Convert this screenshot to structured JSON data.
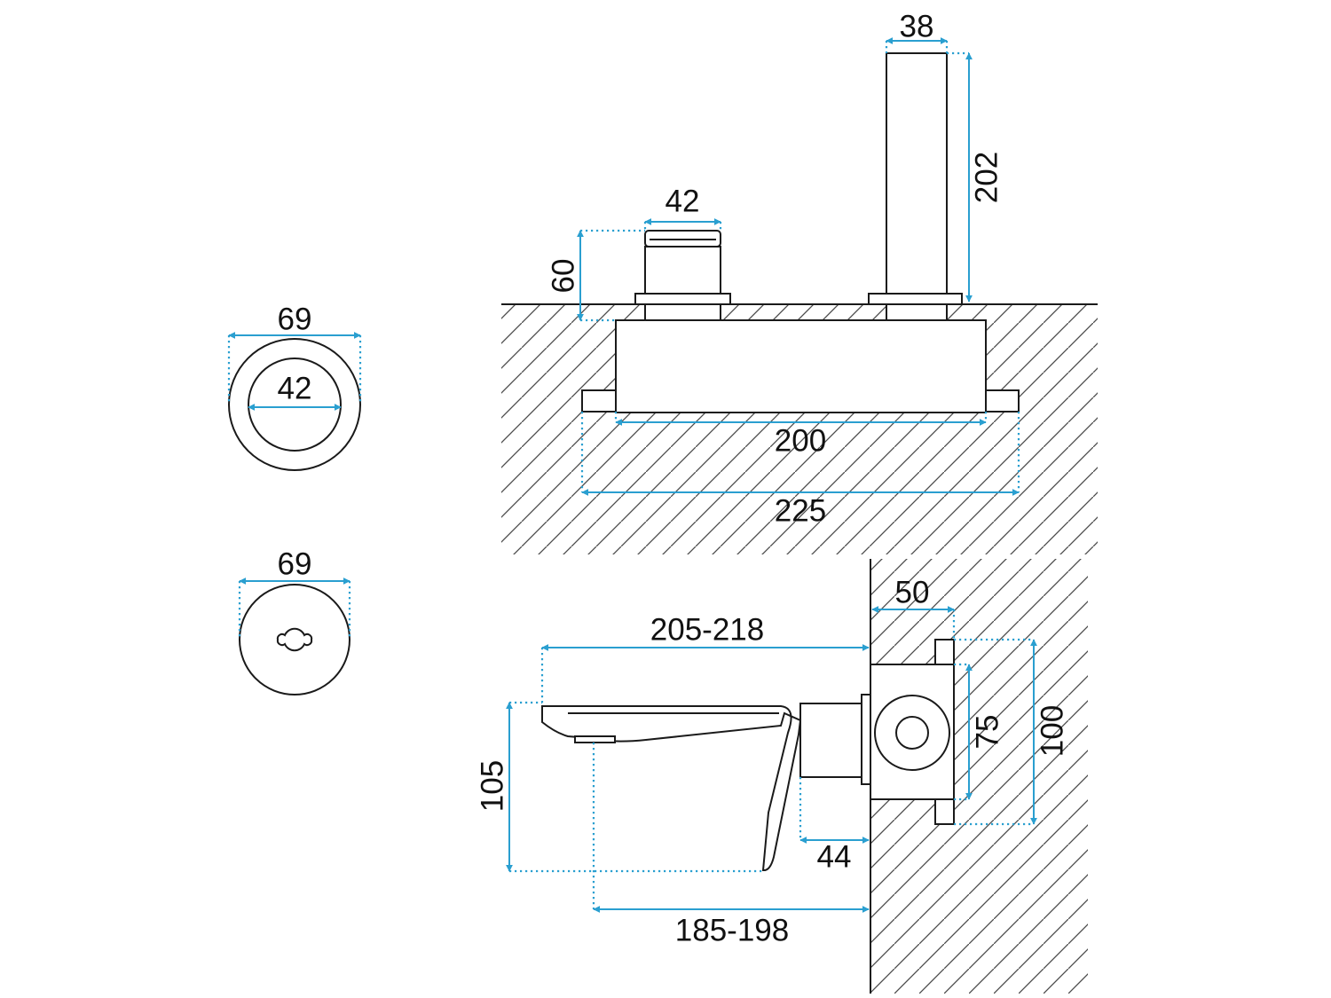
{
  "colors": {
    "dimension": "#2a9fd0",
    "outline": "#1a1a1a",
    "hatch": "#4a4a4a",
    "background": "#ffffff"
  },
  "front_view": {
    "spout_width": "38",
    "spout_height": "202",
    "handle_width": "42",
    "handle_height": "60",
    "body_length": "200",
    "plate_length": "225"
  },
  "handle_rosette": {
    "outer_diameter": "69",
    "inner_diameter": "42"
  },
  "spout_rosette": {
    "outer_diameter": "69"
  },
  "side_view": {
    "spout_reach": "205-218",
    "outlet_reach": "185-198",
    "spout_drop": "105",
    "rosette_depth": "44",
    "wall_depth": "50",
    "body_height": "75",
    "plate_height": "100"
  }
}
